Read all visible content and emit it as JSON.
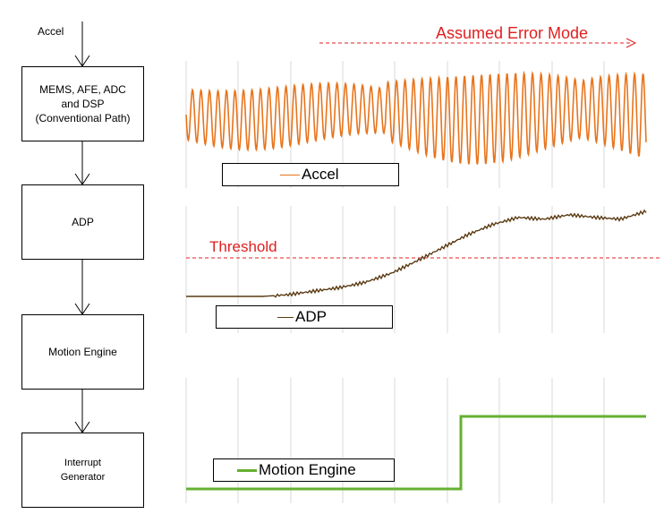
{
  "diagram": {
    "input_label": "Accel",
    "blocks": [
      {
        "id": "mems",
        "label": "MEMS, AFE, ADC\nand DSP\n(Conventional Path)"
      },
      {
        "id": "adp",
        "label": "ADP"
      },
      {
        "id": "motion",
        "label": "Motion Engine"
      },
      {
        "id": "interrupt",
        "label": "Interrupt\nGenerator"
      }
    ],
    "annotations": {
      "error_mode": "Assumed Error Mode",
      "threshold": "Threshold"
    },
    "legends": {
      "accel": "Accel",
      "adp": "ADP",
      "motion": "Motion Engine"
    },
    "colors": {
      "accel": "#e8741c",
      "adp": "#5a3a12",
      "motion": "#66b032",
      "threshold": "#e02020",
      "grid": "#d9d9d9"
    }
  },
  "chart_data": [
    {
      "type": "line",
      "series": [
        {
          "name": "Accel",
          "description_values": "oscillating signal, amplitude increases after midpoint"
        }
      ]
    },
    {
      "type": "line",
      "series": [
        {
          "name": "ADP",
          "values": [
            0.0,
            0.0,
            0.0,
            0.0,
            0.02,
            0.06,
            0.1,
            0.16,
            0.26,
            0.4,
            0.55,
            0.7,
            0.82,
            0.9,
            0.88,
            0.93,
            0.9,
            0.88,
            0.97
          ]
        }
      ],
      "threshold_label": "Threshold"
    },
    {
      "type": "line",
      "series": [
        {
          "name": "Motion Engine",
          "values": [
            0,
            0,
            0,
            0,
            0,
            0,
            0,
            0,
            0,
            0,
            1,
            1,
            1,
            1,
            1,
            1,
            1,
            1,
            1,
            1
          ]
        }
      ]
    }
  ]
}
